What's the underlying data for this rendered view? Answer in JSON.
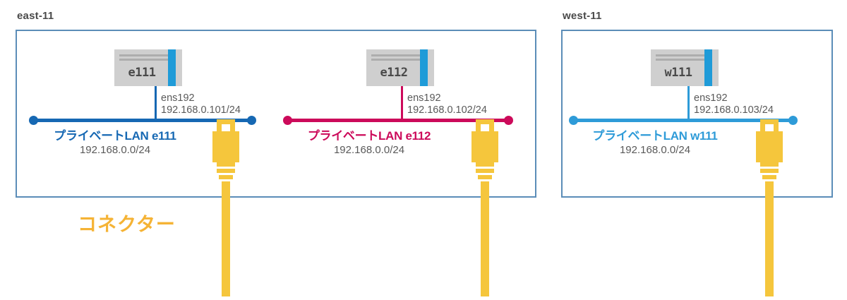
{
  "diagram": {
    "title": "network-topology",
    "colors": {
      "zone_border": "#5b8db8",
      "lan_blue_dark": "#1668b3",
      "lan_blue_light": "#2e9bd8",
      "lan_magenta": "#cc0a5a",
      "server_body": "#cfcfcf",
      "server_accent": "#1f9bd8",
      "connector_yellow": "#f5c63c",
      "caption_orange": "#f5b335",
      "text_gray": "#4a4a4a"
    },
    "zones": [
      {
        "id": "east-11",
        "label": "east-11",
        "nodes": [
          {
            "id": "e111",
            "name": "e111",
            "nic": {
              "device": "ens192",
              "address": "192.168.0.101/24"
            }
          },
          {
            "id": "e112",
            "name": "e112",
            "nic": {
              "device": "ens192",
              "address": "192.168.0.102/24"
            }
          }
        ],
        "networks": [
          {
            "id": "lan-e111",
            "name": "プライベートLAN e111",
            "cidr": "192.168.0.0/24",
            "color": "#1668b3"
          },
          {
            "id": "lan-e112",
            "name": "プライベートLAN e112",
            "cidr": "192.168.0.0/24",
            "color": "#cc0a5a"
          }
        ]
      },
      {
        "id": "west-11",
        "label": "west-11",
        "nodes": [
          {
            "id": "w111",
            "name": "w111",
            "nic": {
              "device": "ens192",
              "address": "192.168.0.103/24"
            }
          }
        ],
        "networks": [
          {
            "id": "lan-w111",
            "name": "プライベートLAN w111",
            "cidr": "192.168.0.0/24",
            "color": "#2e9bd8"
          }
        ]
      }
    ],
    "connectors": {
      "caption": "コネクター",
      "icon": "ethernet-plug-icon",
      "count": 3
    }
  }
}
